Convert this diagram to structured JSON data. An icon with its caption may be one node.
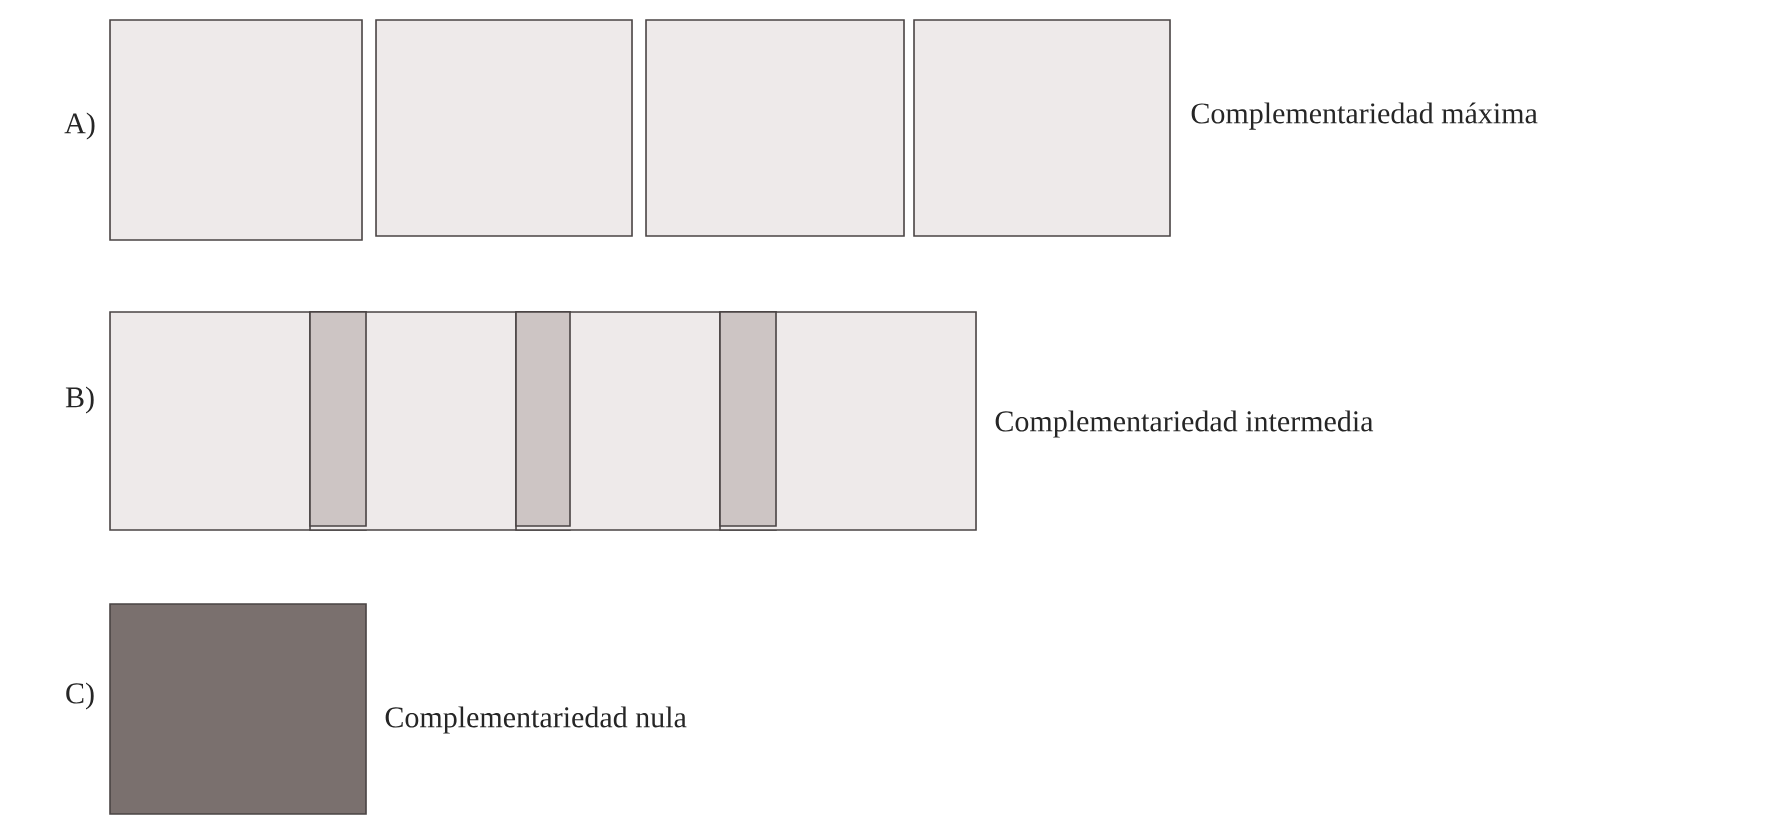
{
  "diagram": {
    "nodes": [
      {
        "text": [],
        "shape": "box"
      },
      {
        "text": [],
        "shape": "box"
      },
      {
        "text": [],
        "shape": "box"
      },
      {
        "text": [],
        "shape": "box"
      },
      {
        "text": [],
        "shape": "box"
      },
      {
        "text": [],
        "shape": "box"
      },
      {
        "text": [],
        "shape": "box"
      },
      {
        "text": [],
        "shape": "box"
      },
      {
        "text": [],
        "shape": "box"
      }
    ],
    "labels": [
      "A)",
      "Complementariedad máxima",
      "B)",
      "Complementariedad intermedia",
      "C)",
      "Complementariedad nula"
    ]
  }
}
